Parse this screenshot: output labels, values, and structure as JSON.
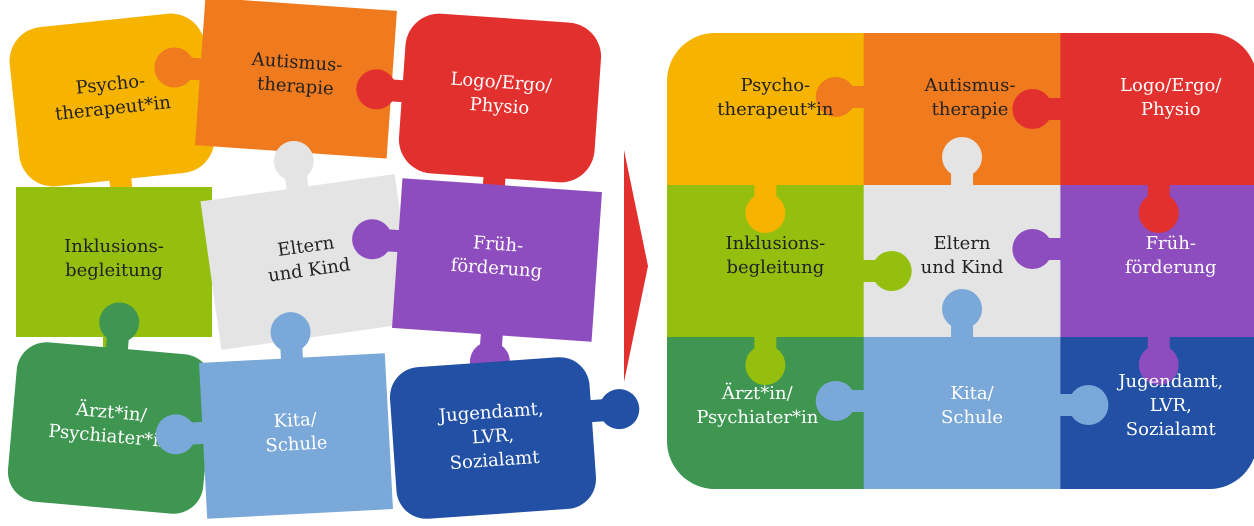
{
  "colors": {
    "yellow": "#F6B300",
    "orange": "#F07A1E",
    "red": "#E1302D",
    "green": "#94BF0F",
    "gray": "#E4E4E4",
    "purple": "#8E4DBF",
    "darkgreen": "#3E9651",
    "lightblue": "#7AA8D9",
    "blue": "#2250A5",
    "arrow": "#E1302D"
  },
  "pieces": [
    {
      "id": "psychotherapeut",
      "color": "yellow",
      "lines": [
        "Psycho-",
        "therapeut*in"
      ],
      "text_color": "#222222"
    },
    {
      "id": "autismustherapie",
      "color": "orange",
      "lines": [
        "Autismus-",
        "therapie"
      ],
      "text_color": "#222222"
    },
    {
      "id": "logo-ergo-physio",
      "color": "red",
      "lines": [
        "Logo/Ergo/",
        "Physio"
      ],
      "text_color": "#ffffff"
    },
    {
      "id": "inklusionsbegleitung",
      "color": "green",
      "lines": [
        "Inklusions-",
        "begleitung"
      ],
      "text_color": "#222222"
    },
    {
      "id": "eltern-und-kind",
      "color": "gray",
      "lines": [
        "Eltern",
        "und Kind"
      ],
      "text_color": "#222222"
    },
    {
      "id": "fruehfoerderung",
      "color": "purple",
      "lines": [
        "Früh-",
        "förderung"
      ],
      "text_color": "#ffffff"
    },
    {
      "id": "arzt-psychiater",
      "color": "darkgreen",
      "lines": [
        "Ärzt*in/",
        "Psychiater*in"
      ],
      "text_color": "#ffffff"
    },
    {
      "id": "kita-schule",
      "color": "lightblue",
      "lines": [
        "Kita/",
        "Schule"
      ],
      "text_color": "#ffffff"
    },
    {
      "id": "jugendamt",
      "color": "blue",
      "lines": [
        "Jugendamt,",
        "LVR,",
        "Sozialamt"
      ],
      "text_color": "#ffffff"
    }
  ]
}
